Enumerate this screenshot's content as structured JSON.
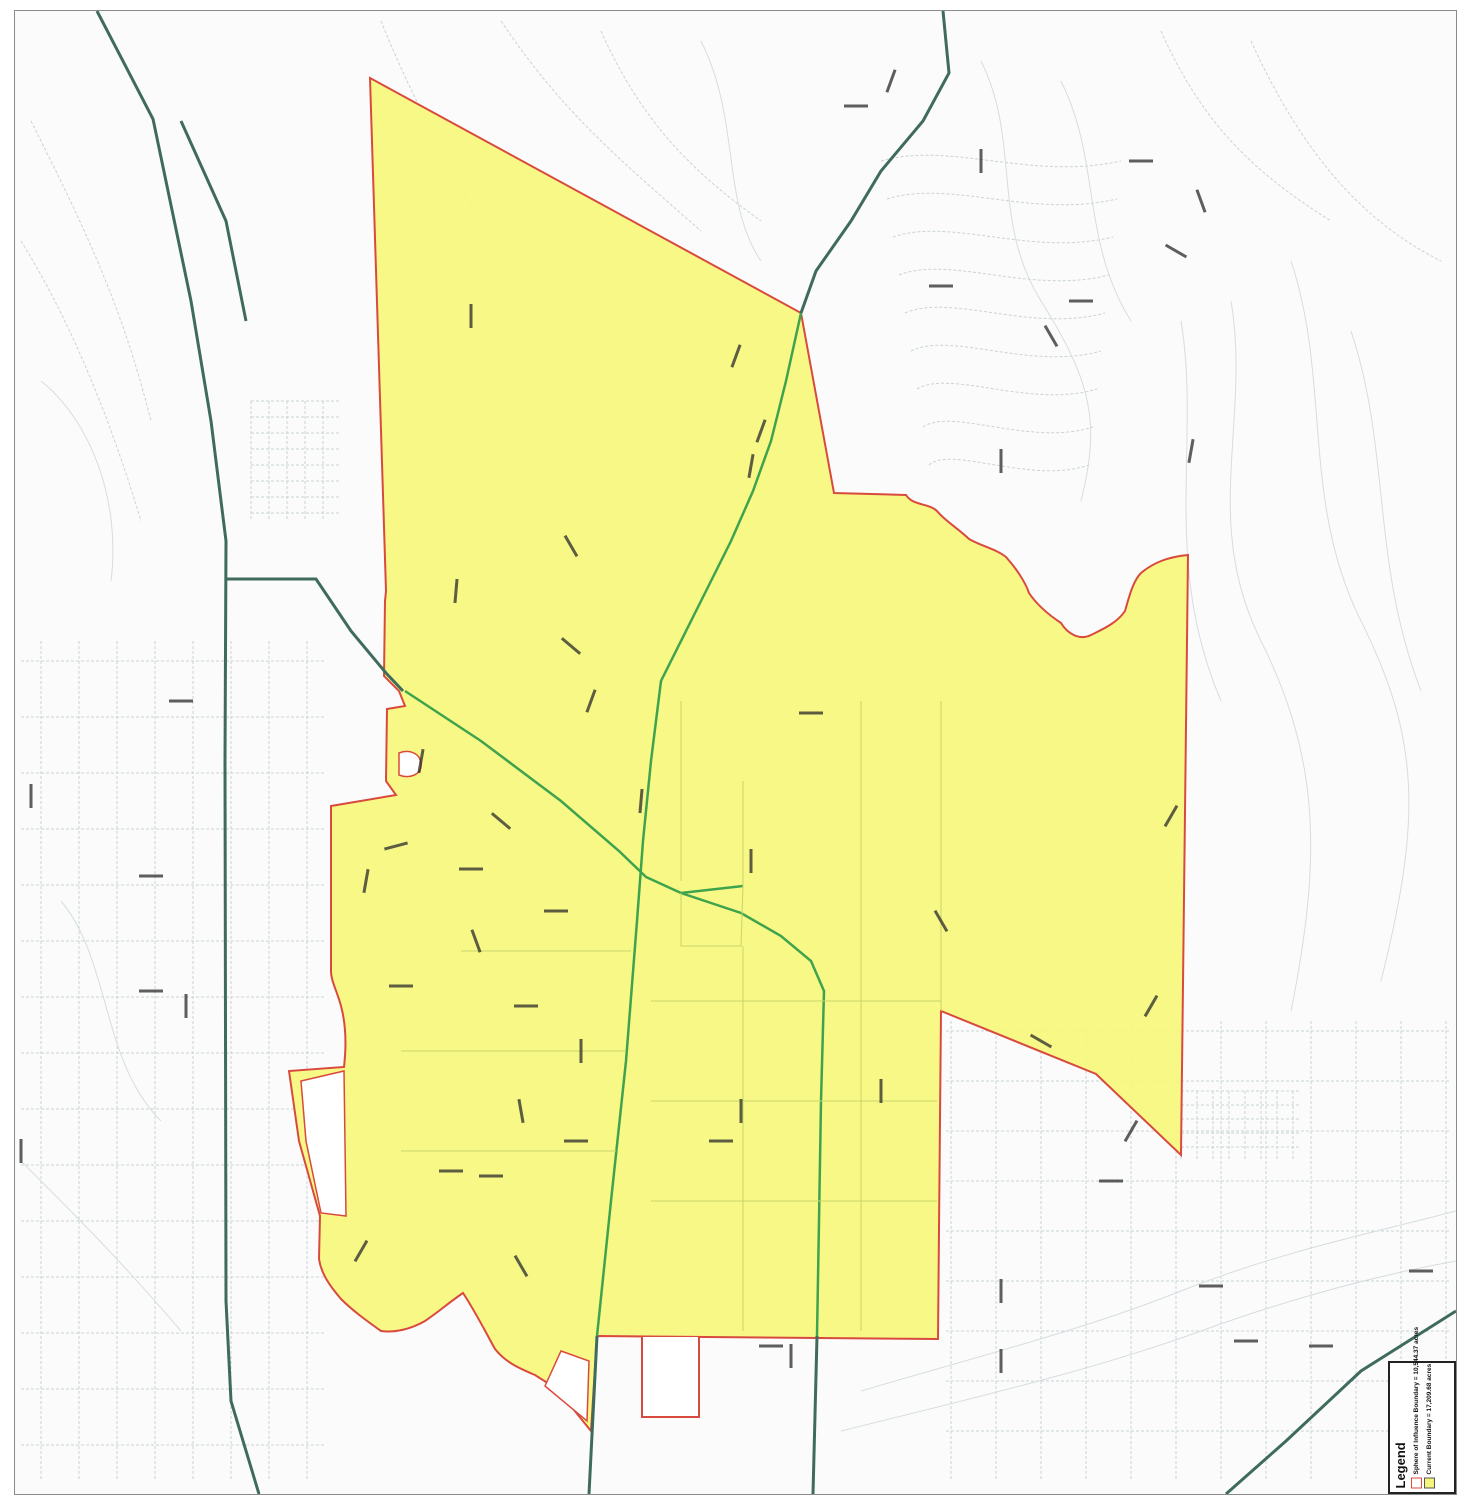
{
  "legend": {
    "title": "Legend",
    "items": [
      {
        "label": "Sphere of Influence Boundary = 10,544.37 acres",
        "kind": "outline",
        "color": "#d94a3e"
      },
      {
        "label": "Current Boundary = 17,209.68 acres",
        "kind": "fill",
        "color": "#f4f57a"
      }
    ]
  },
  "colors": {
    "boundary_fill": "#f6f77c",
    "boundary_stroke": "#d94a3e",
    "highway": "#3f6b5e",
    "green_road": "#3fa34d",
    "street": "#c9d3d6",
    "frame": "#8a8a8a"
  }
}
